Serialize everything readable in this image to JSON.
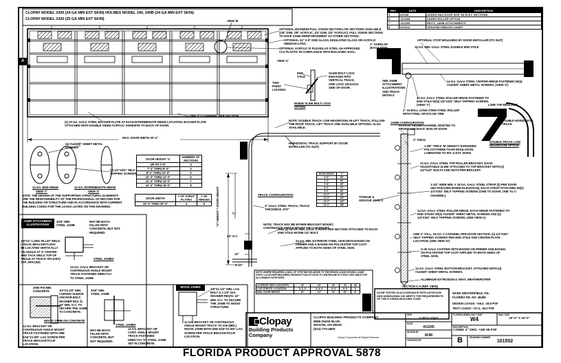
{
  "models": {
    "line1": "CLOPAY MODEL 3300 (24 GA MIN EXT SKIN)   HOLMES MODEL 240, 240B (24 GA MIN EXT SKIN)",
    "line2": "CLOPAY MODEL 3320 (25 GA MIN EXT SKIN)"
  },
  "revisions": {
    "headers": [
      "REV",
      "DATE",
      "DESCRIPTION"
    ],
    "rows": [
      [
        "5",
        "8/2008",
        "ADDED MAX DOOR SIZE ON ELEV. SECTIONS"
      ],
      [
        "6",
        "11/2008",
        "ADDED ROLLER OPTION"
      ],
      [
        "7",
        "11/2009",
        "REV'D. JAMB ATTACHMENTS"
      ],
      [
        "8",
        "02/2012",
        "UPDATED EMBOSS CHART"
      ]
    ]
  },
  "elevation": {
    "view_b": "VIEW 'B'",
    "section_marker": "A",
    "c_channel": "ONE 3\" C-CHANNEL PER SECTION",
    "backer_note": "(1) 20 GA. GALV. STEEL BACKER PLATE AT EACH INTERMEDIATE HINGE LOCATION. BACKER PLATE ATTACHED WITH DOUBLE SIDED ACRYLIC ADHESIVE TO BACK OF DOOR.",
    "max_width_dim": "MAX. DOOR WIDTH 20'-2\""
  },
  "glazing": {
    "note1": "OPTIONAL MAXIMUM FULL VISION SECTION LITE SECTIONS AVAILABLE (1/8\" DSB, 1/8\" ACRYLIC, 1/4\" DSB, 1/4\" ACRYLIC). FULL VISION SECTIONS TO HAVE SAME REINFORCEMENT AS OTHER SECTIONS.",
    "note2": "OPTIONAL 24\" x 8\" DSB GLASS, INSULATED GLASS OR ACRYLIC WINDOW LITES.",
    "note3": "OPTIONAL ACRYLIC IS PLEXIGLAS GTEN, AN APPROVED CC2 PLASTIC IN COMPLIANCE WITH BOCA/SBC EVAL.",
    "view_x": "VIEW 'X'"
  },
  "lock": {
    "end_stile": "END STILE",
    "two_point": "TWO POINT LOCKING",
    "engage_note": "SLIDE BOLT LOCK ENGAGES INTO VERTICAL TRACK. ONE LOCK ON EACH SIDE OF DOOR.",
    "label": "INSIDE SLIDE BOLT LOCK OPTION",
    "see_jamb": "SEE JAMB ATTACHMENT ILLUSTRATIONS AND TRACK DETAILS"
  },
  "topright": {
    "stop_moulding": "OPTIONAL STOP MOULDING BY DOOR INSTALLER (TO SUIT)",
    "end_stile": "16 GA. MIN. GALV. STEEL DOUBLE END STILE",
    "overlap": "1\" OVERLAP (EACH SIDE)",
    "center_hinge": "14 GA. GALV. STEEL CENTER HINGE FASTENED W/(4) #14x5/8\" SHEET METAL SCREWS. (VIEW 'Z')",
    "roller_hinge": "14 GA. GALV. STEEL ROLLER HINGE FASTENED TO END STILE W/(2) 1/4\"x3/4\" SELF TAPPING SCREWS. (VIEW 'Y')",
    "roller": "2\" 10 BALL LONG STEM STEEL ROLLER WITH STEEL OR NYLON TIRE",
    "top_bracket": "L/H/R TOP BRACKET",
    "dbl_horiz": "DOUBLE HORIZONTAL TRACK",
    "low_headroom": "DOUBLE TRACK LOW HEADROOM OPTION",
    "jamb_config": "JAMB CONFIGURATION"
  },
  "hinges": {
    "screws1": "(4) #14x5/8\" SHEET METAL SCREWS",
    "screws2": "(4) 1/4\"x3/4\" SELF TAPPING SCREWS",
    "end_hinge": "14 GA. END HINGE",
    "view_y": "VIEW 'Y'",
    "int_hinge": "14 GA. INTERMEDIATE HINGE",
    "view_z": "VIEW 'Z'"
  },
  "note_structural": "NOTE: THE DESIGN OF THE SUPPORTING STRUCTURAL ELEMENTS ARE THE RESPONSIBILITY OF THE PROFESSIONAL OF RECORD FOR THE BUILDING OR STRUCTURE AND IN ACCORDANCE WITH CURRENT BUILDING CODES FOR THE LOADS LISTED ON THIS DRAWING.",
  "sections_table": {
    "h1": "DOOR HEIGHT 'X'",
    "h2": "NUMBER OF SECTIONS",
    "rows": [
      [
        "UP TO 7'-0\"",
        "4"
      ],
      [
        "7'-3\" THRU 8'-0\"",
        "4"
      ],
      [
        "8'-3\" THRU 10'-0\"",
        "5"
      ],
      [
        "10'-3\" THRU 12'-0\"",
        "6"
      ],
      [
        "12'-3\" THRU 14'-0\"",
        "7"
      ],
      [
        "14'-3\" THRU 16'-0\"",
        "8"
      ]
    ]
  },
  "width_table": {
    "h1": "DOOR WIDTH",
    "h2": "# OF STRUT PLATES",
    "h3": "# OF HINGES",
    "row": [
      "18'-4\" THRU 20'-2\"",
      "4",
      "5"
    ]
  },
  "track": {
    "title": "TRACK CONFIGURATION",
    "steel": "2\" GALV. STEEL TRACK, TRACK THICKNESS .075\"",
    "support": "HORIZONTAL TRACK SUPPORT BY DOOR INSTALLER (TO SUIT)",
    "options": "NOTE: DOUBLE TRACK LOW HEADROOM, HI-LIFT TRACK, FOLLOW-THE-ROOF TRACK, LIFT TRACK ARE AVAILABLE OPTIONS. ALSO AVAILABLE.",
    "mount": "NOTE: TRACK MAY BE EITHER BRACKET MOUNT, CONTINUOUS ANGLE MOUNT OR CLIP MOUNT.",
    "height_label": "\"X\" HEIGHT = DOOR HEIGHT",
    "l_label": "\"L\"",
    "oc": "24\" O.C.",
    "d12": "12\"",
    "d35": "3-1/2\"",
    "table": {
      "h1": "DOOR HEIGHT",
      "h2": "\"L\"",
      "rows": [
        [
          "6'-6\"",
          "54\""
        ],
        [
          "7'-0\"",
          "60\""
        ],
        [
          "7'-6\"",
          "66\""
        ],
        [
          "8'-0\"",
          "72\""
        ],
        [
          "9'-0\"",
          "84\""
        ],
        [
          "10'-0\"",
          "96\""
        ],
        [
          "12'-0\"",
          "120\""
        ],
        [
          "14'-0\"",
          "144\""
        ],
        [
          "16'-0\"",
          "168\""
        ]
      ]
    }
  },
  "section_aa": {
    "filler": "PLASTIC FILLER CHANNEL RIVETED TO FRONT AND BACK SKIN OF DOOR",
    "thick": "2\" THICK",
    "foam": "1-3/8\" THICK 'M' DENSITY EXPANDED POLYSTYRENE FOAM INSULATION LAMINATED TO INT. & EXT. SKINS",
    "top_bracket": "13 GA. GALV. STEEL TOP ROLLER BRACKET. EACH ADJUSTABLE SLIDE ATTACHED TO TOP BRACKET WITH (2) 1/4\"x1/2\" BOLTS AND NUTS PER BRACKET.",
    "strap": "1-1/4\" WIDE MIN. x 18 GA. GALV. STEEL STRAP (2) PER DOOR SECTION (SEE INSIDE ELEVATION). EACH STRAP ATTACHED W/(2) 1/4\"x3/4\" SELF TAPPING SCREWS (ONE TO DOOR, ONE TO C-CHANNEL).",
    "roller_hinge": "14 GA. GALV. STEEL ROLLER HINGE. EACH HINGE FASTENED TO END STILES W/(2) #14x5/8\" SHEET METAL SCREWS AND (2) 1/4\"x3/4\" SELF TAPPING SCREWS. (SEE VIEW A)",
    "c_channel": "ONE 3\" TALL, 16 GA. C-CHANNEL PER DOOR SECTION. (2) 1/4\"x3/4\" SELF TAPPING SCREWS PER END STILE AND CENTER PLATE LOCATION. (SEE VIEW 'D')",
    "galv": "G-40 GALV. COATING WITH BAKED-ON PRIMER AND BAKED-ON POLYESTER TOP COAT APPLIED TO BOTH SIDES OF STEEL SKIN.",
    "bottom_bracket": "13 GA. GALV. STEEL BOTTOM BRACKET. ATTACHED WITH (4) #14x5/8\" SHEET METAL SCREWS.",
    "astragal": "ALUMINUM EXTRUSION & VINYL WEATHERSTRIP.",
    "label": "SECTION A-A (REF. VIEW)",
    "tongue": "TONGUE & GROOVE JOINTS",
    "skin": "24 GA. MIN. EXTERIOR STEEL SKIN WITH BAKED-ON PRIMER AND A BAKED-ON POLYESTER TOP COAT APPLIED TO BOTH SIDES OF STEEL SKIN.",
    "strap2": "AND (2) 18 GA. MIN. GALV. STRAPS PER SECTION ATTACHED TO EACH END STILE W/ONE 1/4\" BOLT."
  },
  "jambs": {
    "header": "JAMB ATTACHMENT\nILLUSTRATIONS",
    "steel_jamb": "3/16\" MIN.\nSTEEL JAMB",
    "backfill": "MAY BE BACK-FILLED WITH CONCRETE, BUT NOT REQUIRED.",
    "weld": "1/8\"x1\" LONG FILLET WELD (TRACK BRACKETS MAY BE LOCATED VERTICALLY ON ANGLE AT 3\" CENTER AND TACK WELD TOP OF ANGLE AT TRACK SPLICES) TYP. SPACING",
    "steel_label": "STEEL JAMBS",
    "bracket13": "13 GA. GALV. BRACKET OR CONTINUOUS ANGLE MOUNT TRACK FASTENED DIRECTLY TO STEEL JAMB",
    "concrete": "2000 PSI MIN. CONCRETE",
    "anchor": "1/2\"x1-1/2\" MIN. CURVED SLEEVE ANCHOR BOLT, WASHER INCL'D. 15\" MIN. O.C. TO SECURE THE JAMB TO CONCRETE.",
    "wood_concrete_label": "WOOD JAMB ON CONCRETE",
    "bracket12": "12 GA. BRACKET OR CONTINUOUS ANGLE MOUNT TRACK FASTENED WITH ONE 5/16\"x1-5/8\" LAG SCREW PER TRACK BRACKET/CLIP LOCATION.",
    "steel_jamb2": "3/16\" MIN.\nSTEEL JAMB",
    "steel_label2": "STEEL JAMBS",
    "backfill2": "MAY BE BACK FILLED WITH CONCRETE, BUT NOT REQUIRED.",
    "bracket12b": "12 GA. BRACKET OR CONT. ANGLE MOUNT TRACK FASTENED DIRECTLY TO STEEL JAMB SET IN CONCRETE.",
    "wood_label": "WOOD JAMBS",
    "lag": "3/8\"x1-1/2\" MIN. LAG BOLT & 1-1/2\" DIA. WASHER REQ'D. 15\" MIN. O.C. TO SECURE THE JAMB TO WOOD STRUCTURE.",
    "bracket12c": "12 GA. BRACKET OR CONTINUOUS ANGLE MOUNT TRACK TO 2x6 (MIN.) WOOD JAMB WITH ONE 5/16\"x1-5/8\" LAG SCREW PER TRACK BRACKET/CLIP LOCATION."
  },
  "spec": {
    "note": "NOTE: WHERE REQUIRED, A MAX. OF 5 PSF MAY BE ADDED TO THE DESIGN LOADS SHOWN. U-BAR STRUT LOCATIONS MEASURED FROM BOTTOM OF DOOR TO CENTERLINE OF STRUT. SEE TABLE FOR ALLOWABLE DOOR SIZES.",
    "rows": [
      [
        "ULTIMATE UNIT LOAD (PSF)",
        "42",
        "42",
        "42",
        "42",
        "42"
      ],
      [
        "# OF STRUTS / LOCATION",
        "5, 5, 5",
        "5, 5, 3",
        "3, 5",
        "5, 5",
        "5"
      ],
      [
        "MAX. DOOR HEIGHT",
        "16'",
        "14'",
        "12'",
        "10'",
        "8'"
      ]
    ]
  },
  "certs": {
    "astm": "DOOR TESTED IN ACCORDANCE WITH ASTM E330 AND ANSI/DASMA 108. MEETS THE REQUIREMENTS OF THE FLORIDA BUILDING CODE.",
    "engineer": "MARK WESTERFIELD, P.E.",
    "pe_no": "FLORIDA P.E. NO. 48495",
    "design_loads": "DESIGN LOADS: +28.0, -28.0 PSF",
    "test_loads": "TEST LOADS: +37.0, -42.0 PSF"
  },
  "title_block": {
    "logo_name": "Clopay",
    "logo_sub1": "Building Products",
    "logo_sub2": "Company",
    "company": "CLOPAY BUILDING PRODUCTS COMPANY",
    "addr1": "8585 DUKE BLVD.",
    "addr2": "MASON, OH 45040",
    "phone": "(513) 770-4800",
    "copyright": "Clopay Corporation All Rights Reserved",
    "mfg_label": "MFG",
    "mfg": "C-821C-1/447",
    "date_label": "DATE",
    "date": "4/12/05",
    "drawn_label": "DRAWN BY",
    "drawn": "MJM",
    "checked_label": "CHECKED BY",
    "wind_label": "FLORIDA WINDLOAD CODE",
    "wind": "W4",
    "size_label": "MAX. SIZE",
    "size": "20'-2\" X 16'-0\"",
    "desc_label": "DESCRIPTION",
    "desc": "COMM. 2\" DRS. +28/-28 PSF",
    "rev": "B",
    "dwg_label": "DRAWING NUMBER",
    "dwg": "101552"
  },
  "footer": "FLORIDA PRODUCT APPROVAL 5878"
}
